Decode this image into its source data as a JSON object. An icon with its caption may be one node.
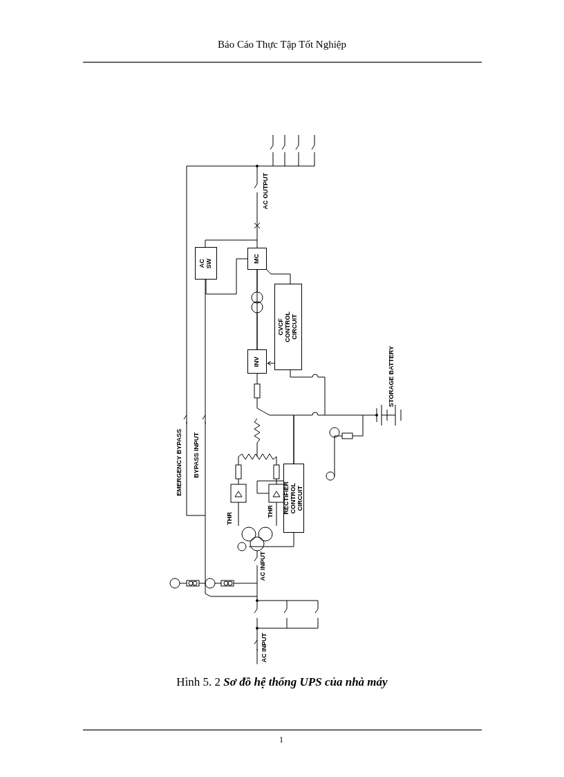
{
  "diagram": {
    "title": "Báo Cáo Thực Tập Tốt Nghiệp",
    "caption": "Hình 5. 2 **Sơ đồ hệ thống UPS của nhà máy**",
    "nodes": [
      {
        "text": [
          "AC SW"
        ]
      },
      {
        "text": [
          "MC"
        ]
      },
      {
        "text": [
          "INV"
        ]
      },
      {
        "text": [
          "CVCF CONTROL CIRCUIT"
        ]
      },
      {
        "text": [
          "RECTIFIER CONTROL CIRCUIT"
        ]
      }
    ],
    "edges": [
      {
        "from": 3,
        "to": 2,
        "arrow": "to"
      },
      {
        "from": 3,
        "to": 1,
        "arrow": "none"
      },
      {
        "from": 2,
        "to": 1,
        "arrow": "none"
      },
      {
        "from": 1,
        "to": 0,
        "arrow": "none"
      },
      {
        "from": 4,
        "to": null,
        "arrow": "none"
      }
    ],
    "labels": [
      "AC OUTPUT",
      "EMERGENCY BYPASS",
      "BYPASS INPUT",
      "STORAGE BATTERY",
      "THR",
      "THR",
      "AC INPUT",
      "AC INPUT",
      "1"
    ]
  }
}
